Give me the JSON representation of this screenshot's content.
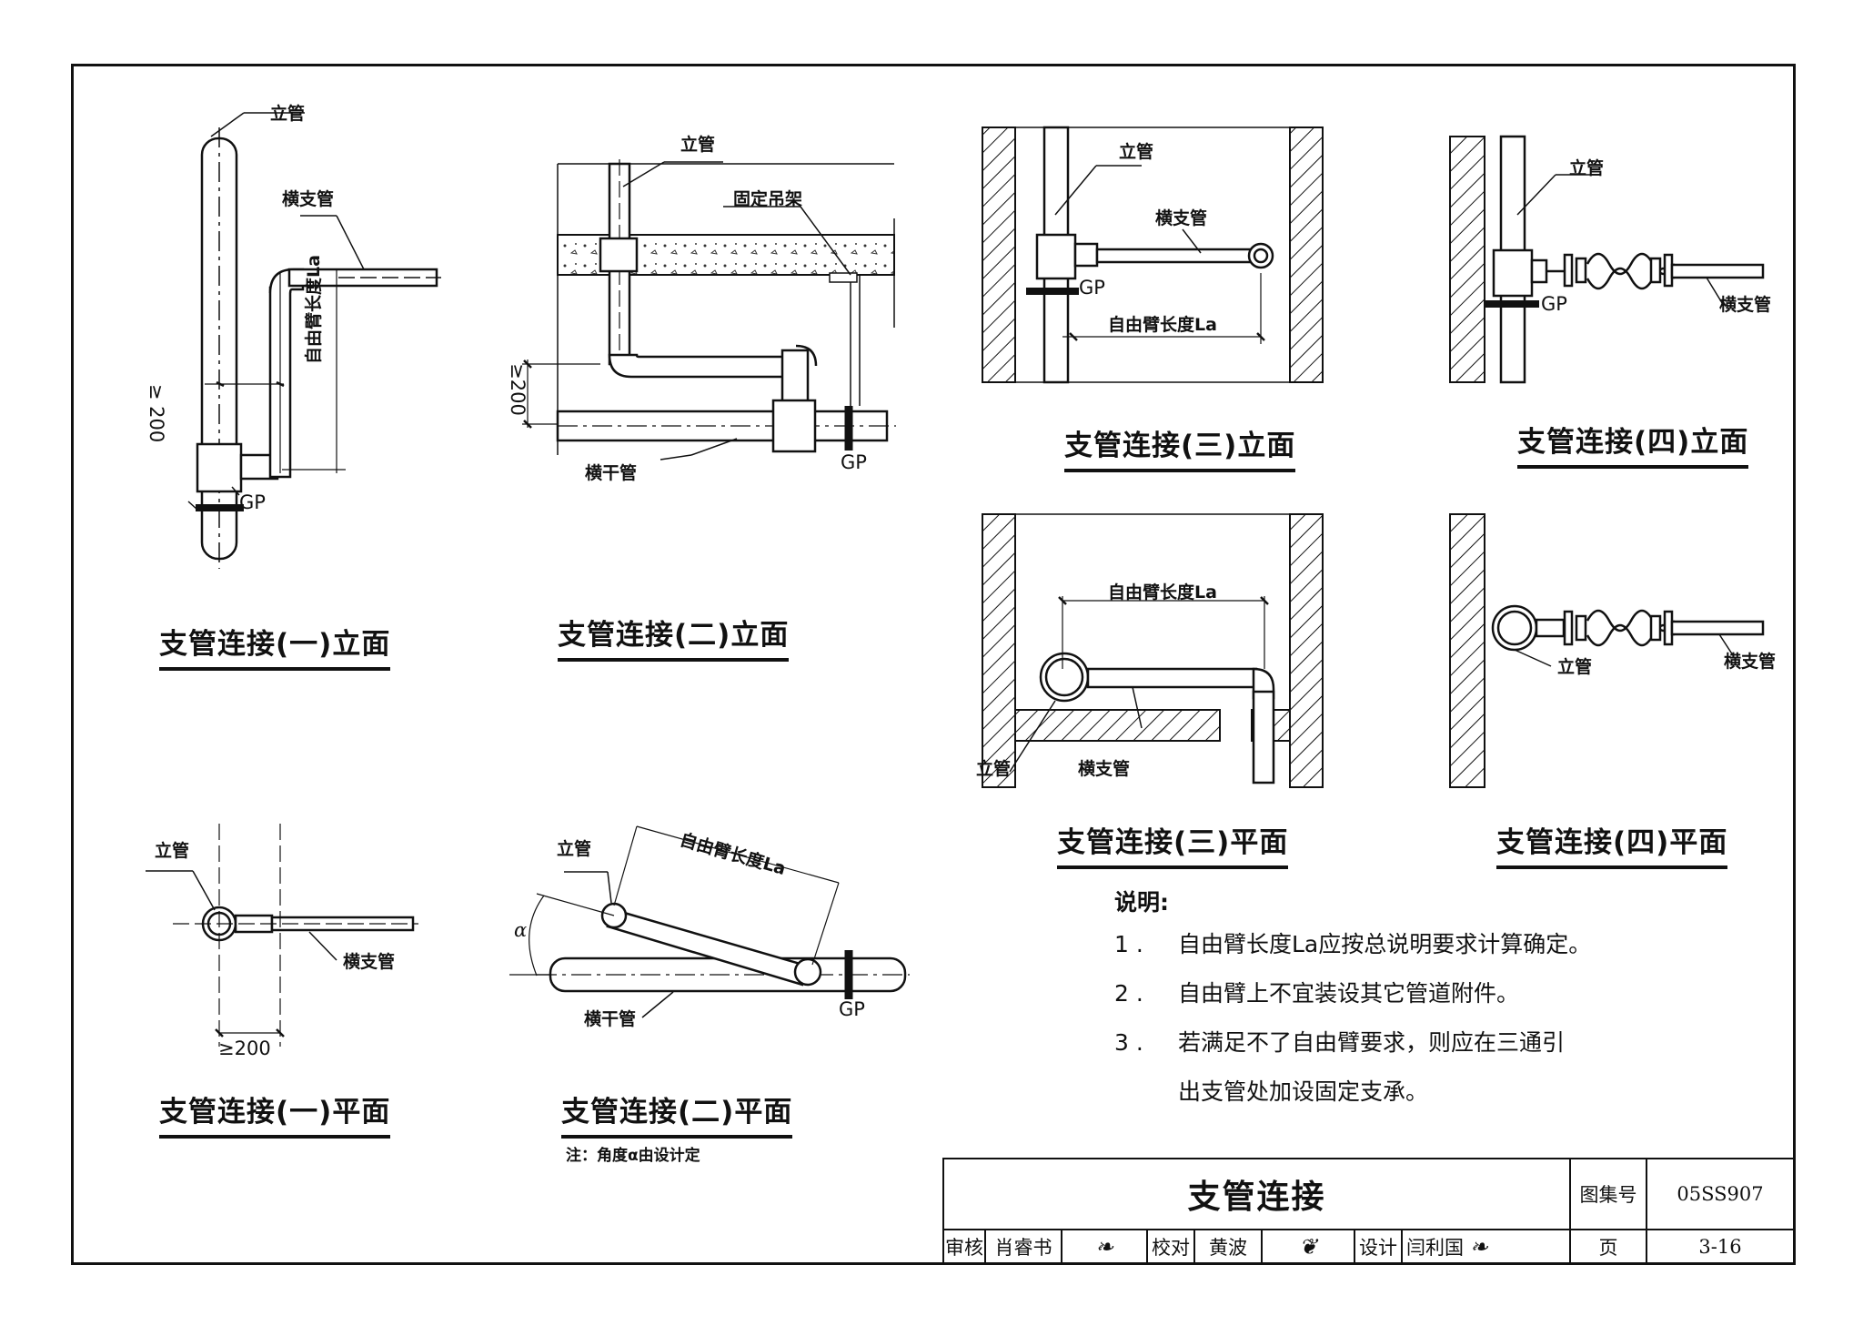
{
  "drawing_title": "支管连接",
  "atlas_label": "图集号",
  "atlas_number": "05SS907",
  "page_label": "页",
  "page_number": "3-16",
  "reviewer_label": "审核",
  "reviewer_name": "肖睿书",
  "checker_label": "校对",
  "checker_name": "黄波",
  "designer_label": "设计",
  "designer_name": "闫利国",
  "captions": {
    "c1_elev": "支管连接(一)立面",
    "c2_elev": "支管连接(二)立面",
    "c3_elev": "支管连接(三)立面",
    "c4_elev": "支管连接(四)立面",
    "c1_plan": "支管连接(一)平面",
    "c2_plan": "支管连接(二)平面",
    "c3_plan": "支管连接(三)平面",
    "c4_plan": "支管连接(四)平面"
  },
  "labels": {
    "riser": "立管",
    "branch": "横支管",
    "main": "横干管",
    "hanger": "固定吊架",
    "free_arm": "自由臂长度La",
    "gp": "GP",
    "min200": "≥200",
    "min200_spaced": "≥ 200",
    "alpha": "α"
  },
  "notes_title": "说明:",
  "notes": [
    {
      "num": "1 .",
      "text": "自由臂长度La应按总说明要求计算确定。"
    },
    {
      "num": "2 .",
      "text": "自由臂上不宜装设其它管道附件。"
    },
    {
      "num": "3 .",
      "text": "若满足不了自由臂要求，则应在三通引"
    },
    {
      "num": "",
      "text": "出支管处加设固定支承。"
    }
  ],
  "angle_note": "注：角度α由设计定"
}
